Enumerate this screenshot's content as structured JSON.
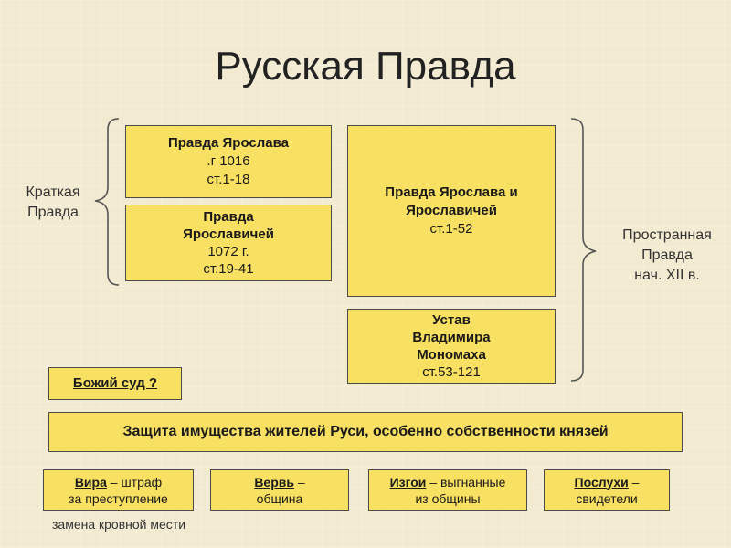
{
  "title": "Русская Правда",
  "left_label": [
    "Краткая",
    "Правда"
  ],
  "right_label": [
    "Пространная",
    "Правда",
    "нач. XII в."
  ],
  "boxes": {
    "yaroslav": {
      "name": "Правда Ярослава",
      "date": ".г 1016",
      "articles": "ст.1-18"
    },
    "yaroslavichi": {
      "name_line1": "Правда",
      "name_line2": "Ярославичей",
      "date": "1072 г.",
      "articles": "ст.19-41"
    },
    "yaroslav_and_sons": {
      "name_line1": "Правда Ярослава и",
      "name_line2": "Ярославичей",
      "articles": "ст.1-52"
    },
    "monomakh": {
      "line1": "Устав",
      "line2": "Владимира",
      "line3": "Мономаха",
      "articles": "ст.53-121"
    }
  },
  "gods_court": "Божий суд ?",
  "protection": "Защита имущества жителей Руси, особенно собственности князей",
  "terms": [
    {
      "term": "Вира",
      "definition_1": " – штраф",
      "definition_2": "за преступление"
    },
    {
      "term": "Вервь",
      "definition_1": " –",
      "definition_2": "община"
    },
    {
      "term": "Изгои",
      "definition_1": " – выгнанные",
      "definition_2": "из общины"
    },
    {
      "term": "Послухи",
      "definition_1": " –",
      "definition_2": "свидетели"
    }
  ],
  "note": "замена кровной мести"
}
